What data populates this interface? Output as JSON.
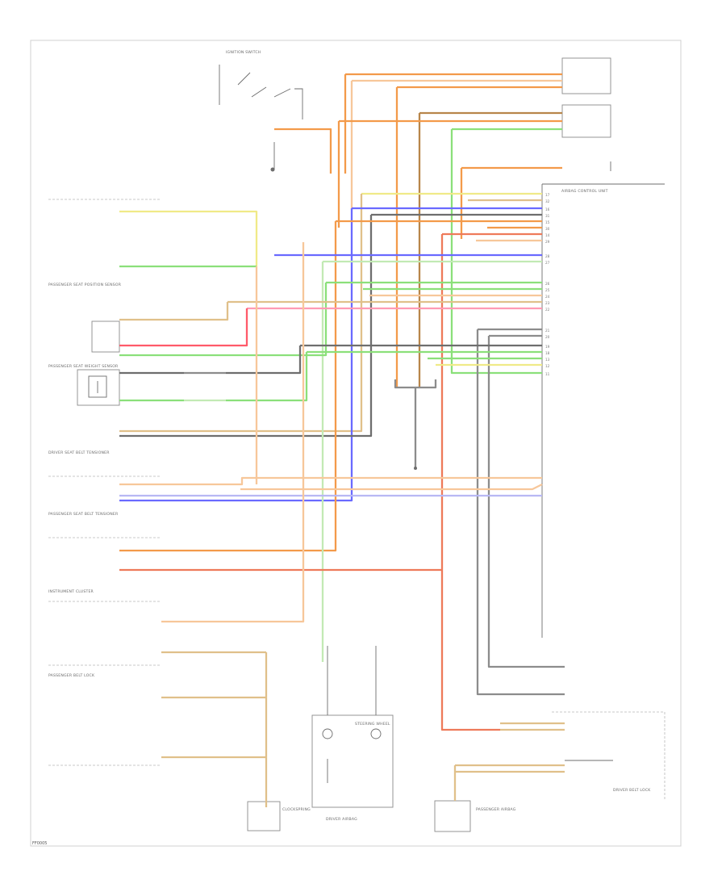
{
  "diagram": {
    "footer_code": "FF0005",
    "components": {
      "ignition_switch": "IGNITION SWITCH",
      "passenger_seat_position_sensor": "PASSENGER SEAT POSITION SENSOR",
      "passenger_seat_weight_sensor": "PASSENGER SEAT WEIGHT SENSOR",
      "driver_seat_belt_tensioner": "DRIVER SEAT BELT TENSIONER",
      "passenger_seat_belt_tensioner": "PASSENGER SEAT BELT TENSIONER",
      "instrument_cluster": "INSTRUMENT CLUSTER",
      "passenger_belt_lock": "PASSENGER BELT LOCK",
      "driver_belt_lock": "DRIVER BELT LOCK",
      "airbag_control_unit": "AIRBAG CONTROL UNIT",
      "steering_wheel": "STEERING WHEEL",
      "driver_airbag": "DRIVER AIRBAG",
      "passenger_airbag": "PASSENGER AIRBAG",
      "clockspring": "CLOCKSPRING"
    }
  }
}
